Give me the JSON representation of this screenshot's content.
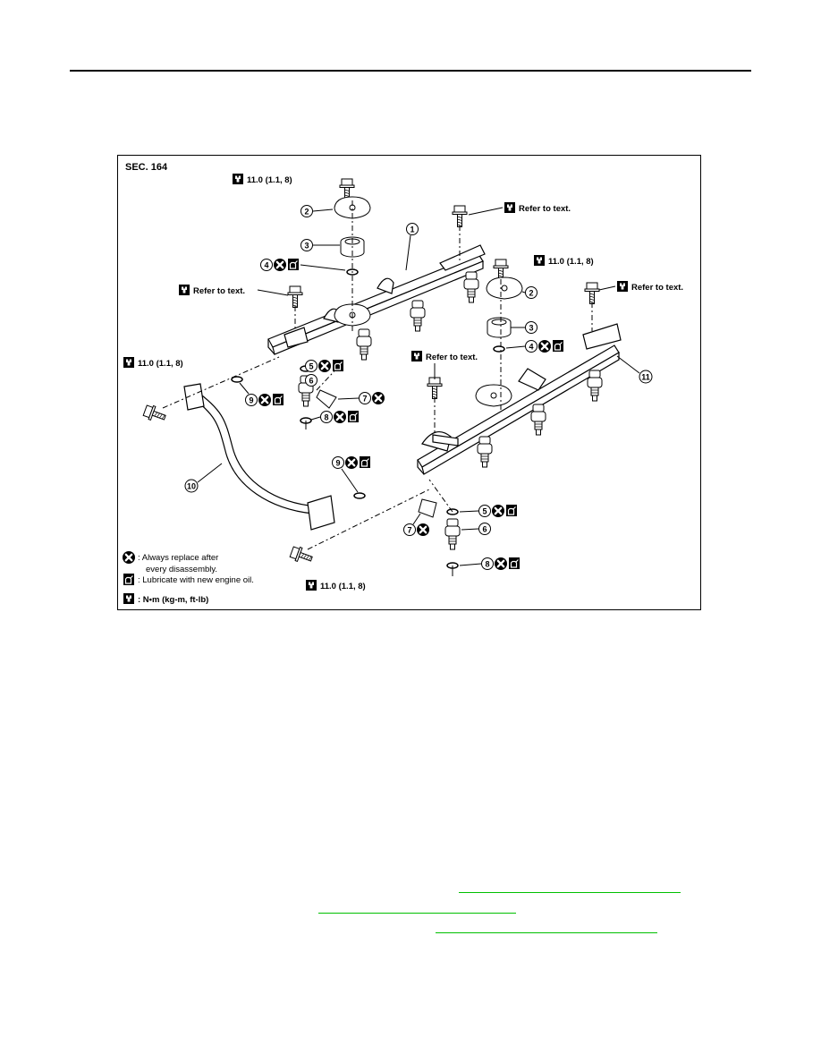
{
  "figure": {
    "section": "SEC. 164",
    "torque_value": "11.0 (1.1, 8)",
    "refer_text": "Refer to text.",
    "callouts": [
      "1",
      "2",
      "3",
      "4",
      "5",
      "6",
      "7",
      "8",
      "9",
      "10",
      "11"
    ],
    "legend": {
      "replace_line1": ": Always replace after",
      "replace_line2": "every disassembly.",
      "lubricate": ": Lubricate with new engine oil.",
      "units": ": N•m (kg-m, ft-lb)"
    }
  },
  "links": {
    "color": "#00c000"
  },
  "icons": {
    "torque": "torque-wrench-icon",
    "replace": "always-replace-icon",
    "lubricate": "oil-can-icon"
  }
}
